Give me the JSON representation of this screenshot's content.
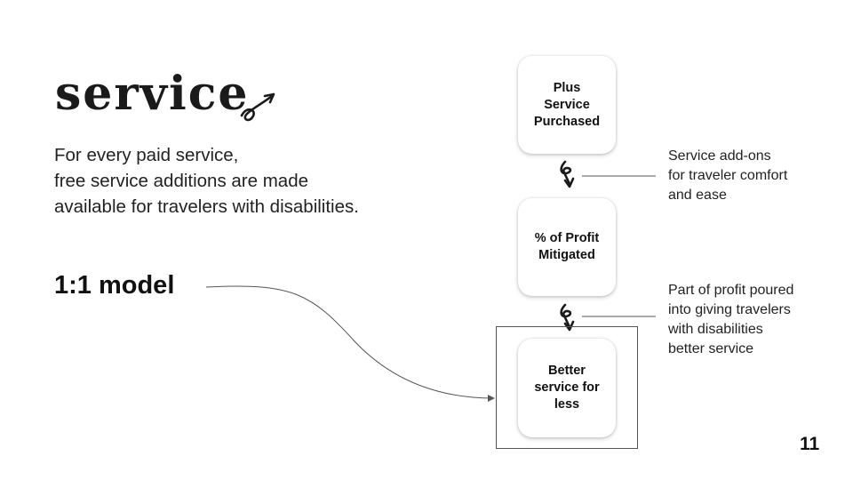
{
  "logo": {
    "text": "service"
  },
  "intro_lines": [
    "For every paid service,",
    "free service additions are made",
    "available for travelers with disabilities."
  ],
  "model_label": "1:1 model",
  "steps": [
    {
      "label": "Plus\nService\nPurchased"
    },
    {
      "label": "% of Profit\nMitigated"
    },
    {
      "label": "Better\nservice for\nless"
    }
  ],
  "notes": [
    {
      "text": "Service add-ons\nfor traveler comfort\nand ease"
    },
    {
      "text": "Part of profit poured\ninto giving travelers\nwith disabilities\nbetter service"
    }
  ],
  "page_number": "11",
  "colors": {
    "text": "#111111",
    "connector": "#555555",
    "box_shadow": "#bbbbbb"
  }
}
